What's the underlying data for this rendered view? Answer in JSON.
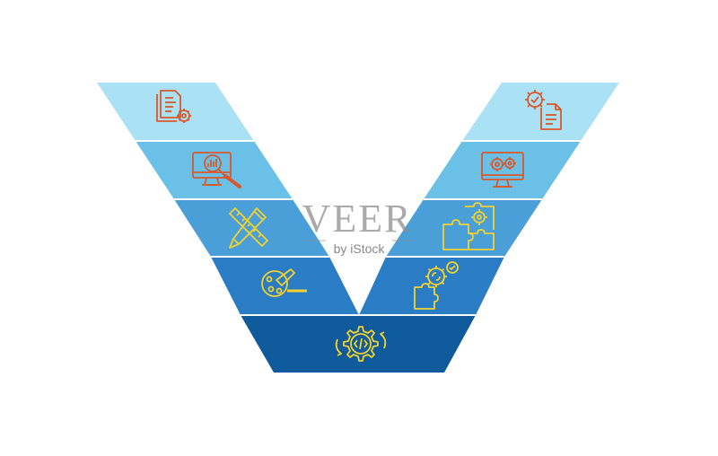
{
  "diagram": {
    "type": "v-model",
    "colors": {
      "row1": "#abe1f4",
      "row2": "#6bc0e8",
      "row3": "#4a9fd8",
      "row4": "#2a7cc4",
      "row5": "#0f5a9a",
      "icon_orange": "#d9592a",
      "icon_yellow": "#f2d22e",
      "background": "#ffffff"
    },
    "left_icons": [
      "document-gear-icon",
      "monitor-analysis-icon",
      "pencil-ruler-icon",
      "design-idea-icon"
    ],
    "right_icons": [
      "gear-check-document-icon",
      "monitor-gears-icon",
      "puzzle-gear-icon",
      "gears-puzzle-icon"
    ],
    "bottom_icon": "code-gear-icon"
  },
  "watermark": {
    "title": "VEER",
    "subtitle": "by iStock"
  }
}
